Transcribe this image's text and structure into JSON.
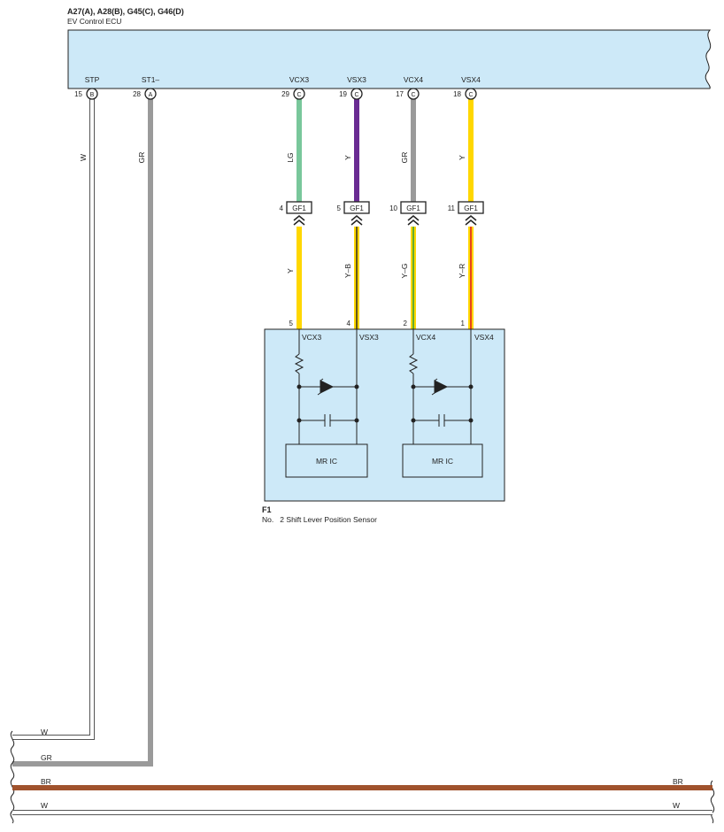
{
  "ecu": {
    "connectors": "A27(A), A28(B), G45(C), G46(D)",
    "name": "EV Control ECU",
    "terminals": [
      {
        "name": "STP",
        "pin": "15",
        "conn": "B"
      },
      {
        "name": "ST1–",
        "pin": "28",
        "conn": "A"
      },
      {
        "name": "VCX3",
        "pin": "29",
        "conn": "C"
      },
      {
        "name": "VSX3",
        "pin": "19",
        "conn": "C"
      },
      {
        "name": "VCX4",
        "pin": "17",
        "conn": "C"
      },
      {
        "name": "VSX4",
        "pin": "18",
        "conn": "C"
      }
    ]
  },
  "wires_upper": [
    {
      "label": "W",
      "color": "#ffffff"
    },
    {
      "label": "GR",
      "color": "#9a9a9a"
    },
    {
      "label": "LG",
      "color": "#79c79b"
    },
    {
      "label": "Y",
      "color": "#6a2c93"
    },
    {
      "label": "GR",
      "color": "#9a9a9a"
    },
    {
      "label": "Y",
      "color": "#ffd700"
    }
  ],
  "junction": [
    {
      "pin": "4",
      "label": "GF1"
    },
    {
      "pin": "5",
      "label": "GF1"
    },
    {
      "pin": "10",
      "label": "GF1"
    },
    {
      "pin": "11",
      "label": "GF1"
    }
  ],
  "wires_lower": [
    {
      "label": "Y",
      "base": "#ffd700",
      "stripe": "#ffd700"
    },
    {
      "label": "Y–B",
      "base": "#ffd700",
      "stripe": "#222222"
    },
    {
      "label": "Y–G",
      "base": "#ffd700",
      "stripe": "#3aa13a"
    },
    {
      "label": "Y–R",
      "base": "#ffd700",
      "stripe": "#e02020"
    }
  ],
  "sensor": {
    "id": "F1",
    "name": "No.   2 Shift Lever Position Sensor",
    "pins": [
      "5",
      "4",
      "2",
      "1"
    ],
    "terminals": [
      "VCX3",
      "VSX3",
      "VCX4",
      "VSX4"
    ],
    "ic_label": "MR IC"
  },
  "bus": [
    {
      "label": "W",
      "color": "#ffffff"
    },
    {
      "label": "GR",
      "color": "#9a9a9a"
    },
    {
      "label": "BR",
      "color": "#a0522d"
    },
    {
      "label": "W",
      "color": "#ffffff"
    }
  ],
  "colors": {
    "panel": "#cde9f8",
    "outline": "#222222"
  }
}
